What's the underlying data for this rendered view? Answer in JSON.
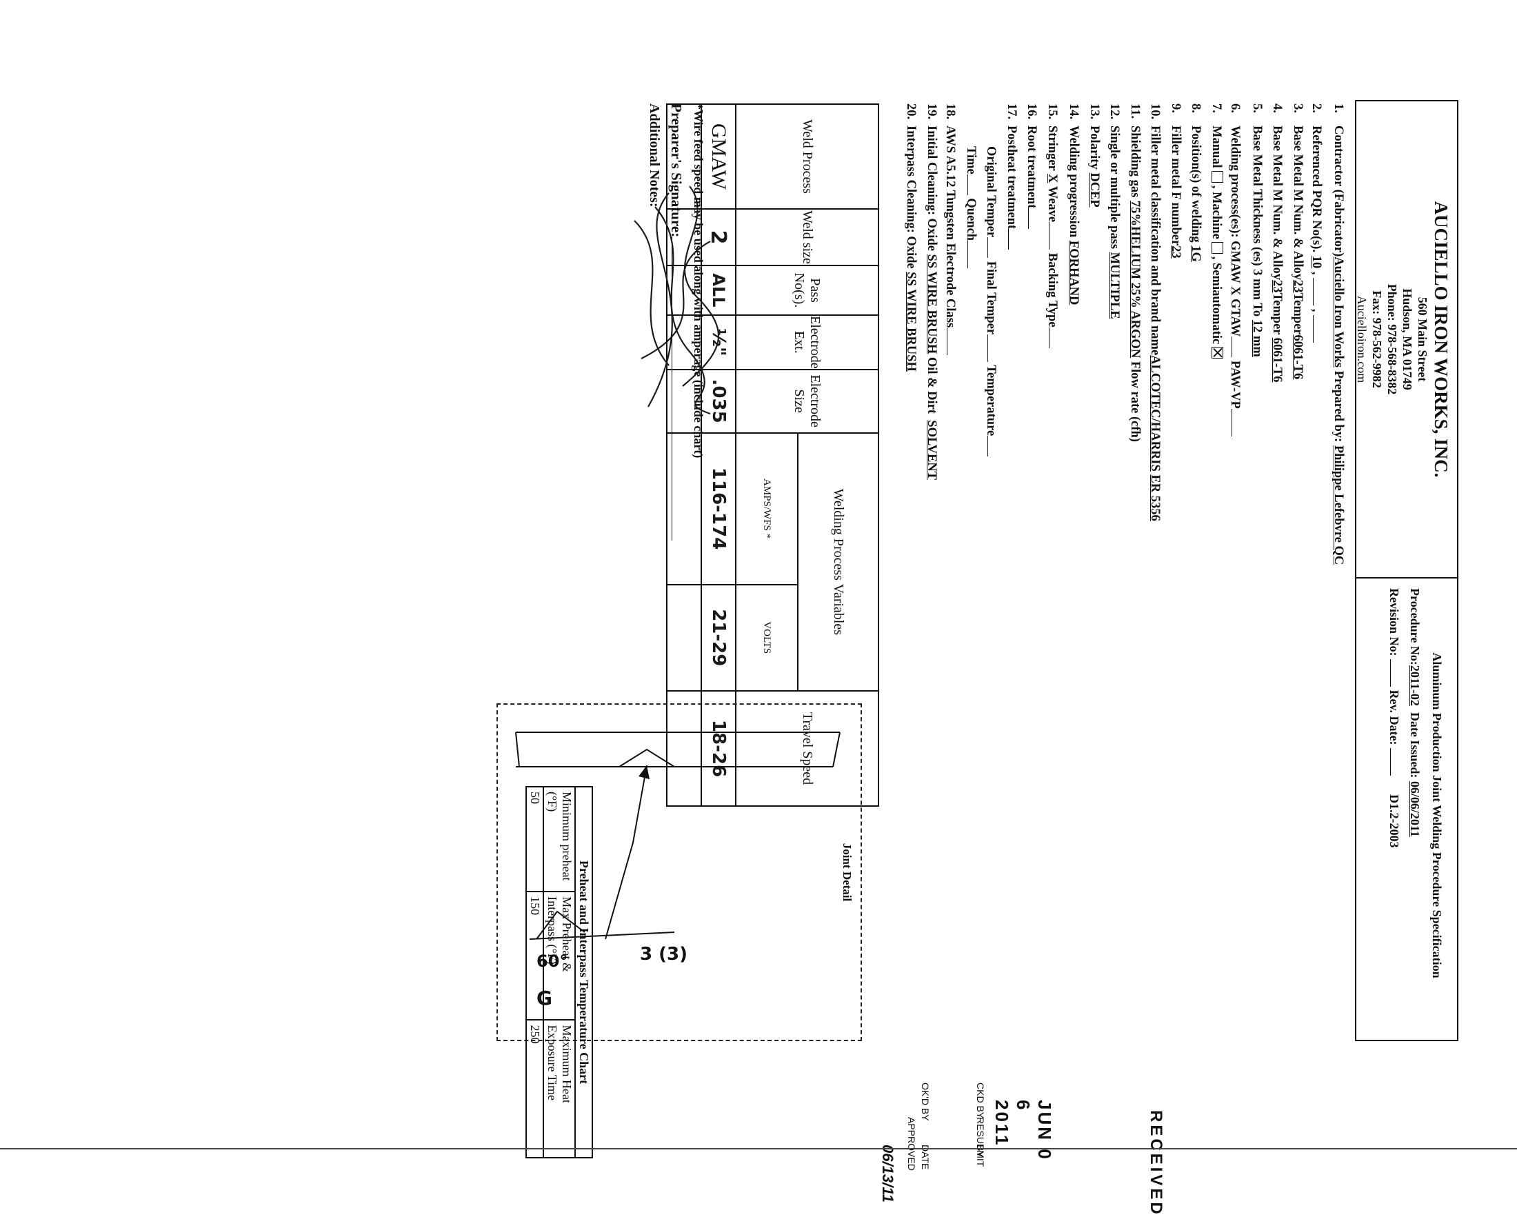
{
  "header": {
    "company_name": "AUCIELLO IRON WORKS, INC.",
    "address_street": "560 Main Street",
    "address_city": "Hudson, MA 01749",
    "phone": "Phone: 978-568-8382",
    "fax": "Fax: 978-562-9982",
    "website": "Aucielloiron.com",
    "spec_title": "Aluminum Production Joint Welding Procedure Specification",
    "procedure_label": "Procedure No:",
    "procedure_no": "2011-02",
    "date_issued_label": "Date Issued:",
    "date_issued": "06/06/2011",
    "revision_label": "Revision No:",
    "rev_date_label": "Rev. Date:",
    "code": "D1.2-2003"
  },
  "items": {
    "i1": {
      "n": "1.",
      "text": "Contractor (Fabricator)",
      "v1": "Auciello Iron Works",
      "mid": "Prepared by:",
      "v2": "Philippe Lefebvre QC"
    },
    "i2": {
      "n": "2.",
      "text": "Referenced PQR No(s).",
      "v1": "10"
    },
    "i3": {
      "n": "3.",
      "text": "Base Metal M Num. & Alloy",
      "v1": "23",
      "mid": "Temper",
      "v2": "6061-T6"
    },
    "i4": {
      "n": "4.",
      "text": "Base Metal M Num. & Alloy",
      "v1": "23",
      "mid": "Temper",
      "v2": "6061-T6"
    },
    "i5": {
      "n": "5.",
      "text": "Base Metal Thickness (es) 3 mm To",
      "v1": "12 mm"
    },
    "i6": {
      "n": "6.",
      "text": "Welding process(es): GMAW X GTAW",
      "mid": "PAW-VP"
    },
    "i7": {
      "n": "7.",
      "text": "Manual",
      "mid": ", Machine",
      "end": ", Semiautomatic"
    },
    "i8": {
      "n": "8.",
      "text": "Position(s) of welding",
      "v1": "1G"
    },
    "i9": {
      "n": "9.",
      "text": "Filler metal F number",
      "v1": "23"
    },
    "i10": {
      "n": "10.",
      "text": "Filler metal classification and brand name",
      "v1": "ALCOTEC/HARRIS",
      "v2": "ER 5356"
    },
    "i11": {
      "n": "11.",
      "text": "Shielding gas",
      "v1": "75%HELIUM 25% ARGON",
      "mid": "Flow rate (cfh)"
    },
    "i12": {
      "n": "12.",
      "text": "Single or multiple pass",
      "v1": "MULTIPLE"
    },
    "i13": {
      "n": "13.",
      "text": "Polarity",
      "v1": "DCEP"
    },
    "i14": {
      "n": "14.",
      "text": "Welding progression",
      "v1": "FORHAND"
    },
    "i15": {
      "n": "15.",
      "text": "Stringer",
      "v1": "X",
      "mid": "Weave",
      "end": "Backing Type"
    },
    "i16": {
      "n": "16.",
      "text": "Root treatment"
    },
    "i17": {
      "n": "17.",
      "text": "Postheat treatment"
    },
    "i17a": {
      "text": "Original Temper",
      "mid": "Final Temper",
      "end": "Temperature"
    },
    "i17b": {
      "text": "Time",
      "mid": "Quench"
    },
    "i18": {
      "n": "18.",
      "text": "AWS A5.12 Tungsten Electrode Class"
    },
    "i19": {
      "n": "19.",
      "text": "Initial Cleaning: Oxide",
      "v1": "SS WIRE BRUSH",
      "mid": "Oil & Dirt",
      "v2": "SOLVENT"
    },
    "i20": {
      "n": "20.",
      "text": "Interpass Cleaning: Oxide",
      "v1": "SS WIRE BRUSH"
    }
  },
  "weld_table": {
    "headers": {
      "process": "Weld Process",
      "size": "Weld size",
      "pass": "Pass No(s).",
      "ext": "Electrode Ext.",
      "esize": "Electrode Size",
      "variables": "Welding Process Variables",
      "amps": "AMPS/WFS *",
      "volts": "VOLTS",
      "travel": "Travel Speed"
    },
    "row": {
      "process": "GMAW",
      "size": "2",
      "pass": "ALL",
      "ext": "½\"",
      "esize": ".035",
      "amps": "116-174",
      "volts": "21-29",
      "travel": "18-26"
    },
    "footnote": "*Wire feed speed may be used along with amperage (include chart)"
  },
  "preparer_label": "Preparer's Signature:",
  "notes_label": "Additional Notes:",
  "joint_detail": {
    "title": "Joint Detail",
    "weld_size": "3 (3)",
    "angle": "60°",
    "symbol_letter": "G"
  },
  "preheat_chart": {
    "title": "Preheat and Interpass Temperature Chart",
    "col1": "Minimum preheat (°F)",
    "col2": "Max Preheat & Interpass (°F)",
    "col3": "Maximum Heat Exposure Time",
    "val1": "50",
    "val2": "150",
    "val3": "250"
  },
  "stamp": {
    "received": "RECEIVED",
    "date": "JUN 0 6 2011",
    "ckd_by": "CKD BY",
    "okd_by": "OK'D BY",
    "resubmit": "RESUBMIT",
    "approved": "APPROVED",
    "by": "BY",
    "date_label": "DATE",
    "hand_date": "06/13/11"
  }
}
